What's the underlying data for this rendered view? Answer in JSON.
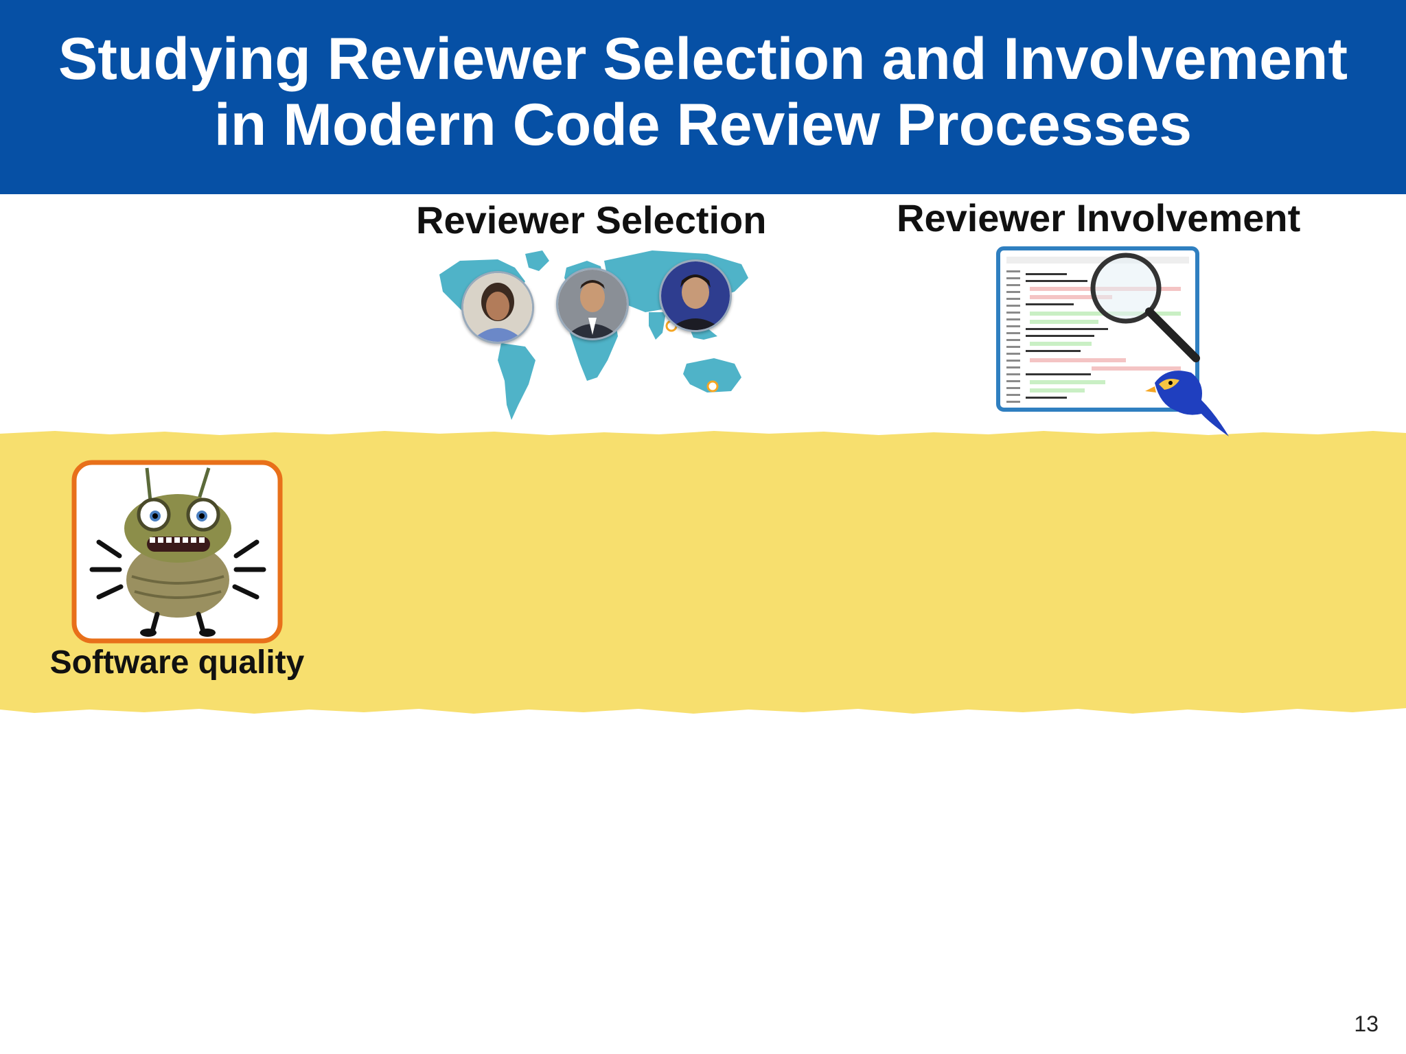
{
  "slide": {
    "title_line1": "Studying Reviewer Selection and Involvement",
    "title_line2": "in Modern Code Review Processes",
    "page_number": "13"
  },
  "sections": {
    "selection_heading": "Reviewer Selection",
    "involvement_heading": "Reviewer Involvement",
    "quality_caption": "Software quality"
  },
  "colors": {
    "header_blue": "#0650a5",
    "band_yellow": "#f7df6e",
    "map_teal": "#4fb3c8",
    "frame_orange": "#e8701a",
    "frame_blue": "#2f7fc0"
  },
  "icons": {
    "world_map": "world-map-image",
    "reviewers": [
      "reviewer-photo-1",
      "reviewer-photo-2",
      "reviewer-photo-3"
    ],
    "code_diff": "code-diff-screenshot",
    "magnifier": "magnifying-glass-icon",
    "bird": "bird-mascot-icon",
    "bug": "bug-mascot-image"
  }
}
